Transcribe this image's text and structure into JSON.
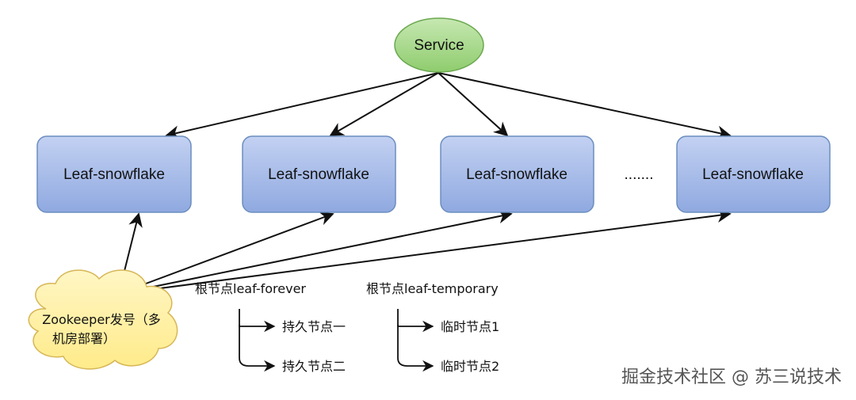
{
  "service": {
    "label": "Service"
  },
  "workers": [
    {
      "label": "Leaf-snowflake"
    },
    {
      "label": "Leaf-snowflake"
    },
    {
      "label": "Leaf-snowflake"
    },
    {
      "label": "Leaf-snowflake"
    }
  ],
  "ellipsis": ".......",
  "zookeeper": {
    "line1": "Zookeeper发号（多",
    "line2": "机房部署）"
  },
  "forever_tree": {
    "root": "根节点leaf-forever",
    "children": [
      "持久节点一",
      "持久节点二"
    ]
  },
  "temporary_tree": {
    "root": "根节点leaf-temporary",
    "children": [
      "临时节点1",
      "临时节点2"
    ]
  },
  "watermark": "掘金技术社区 @ 苏三说技术",
  "colors": {
    "service_fill": "#a6d88a",
    "service_stroke": "#6aa84f",
    "worker_fill": "#a9bde9",
    "worker_stroke": "#6c8ebf",
    "cloud_fill": "#fff2a8",
    "cloud_stroke": "#d6b656",
    "line": "#111111"
  }
}
